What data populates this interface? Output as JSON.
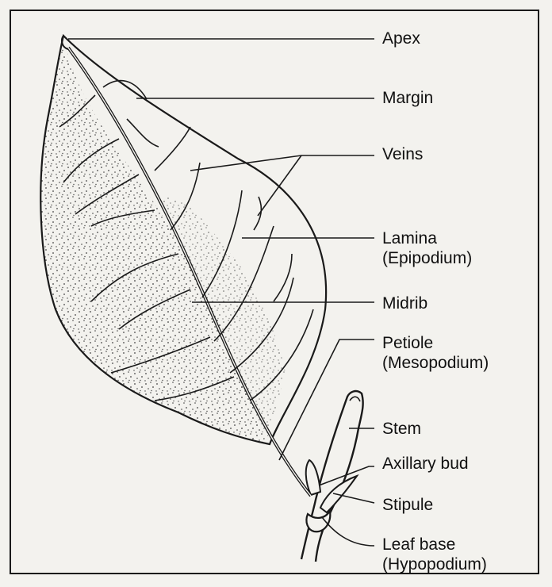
{
  "labels": {
    "apex": "Apex",
    "margin": "Margin",
    "veins": "Veins",
    "lamina": "Lamina",
    "lamina_alt": "(Epipodium)",
    "midrib": "Midrib",
    "petiole": "Petiole",
    "petiole_alt": "(Mesopodium)",
    "stem": "Stem",
    "axillary_bud": "Axillary bud",
    "stipule": "Stipule",
    "leaf_base": "Leaf base",
    "leaf_base_alt": "(Hypopodium)"
  },
  "colors": {
    "ink": "#1a1a1a",
    "paper": "#f3f2ee"
  }
}
